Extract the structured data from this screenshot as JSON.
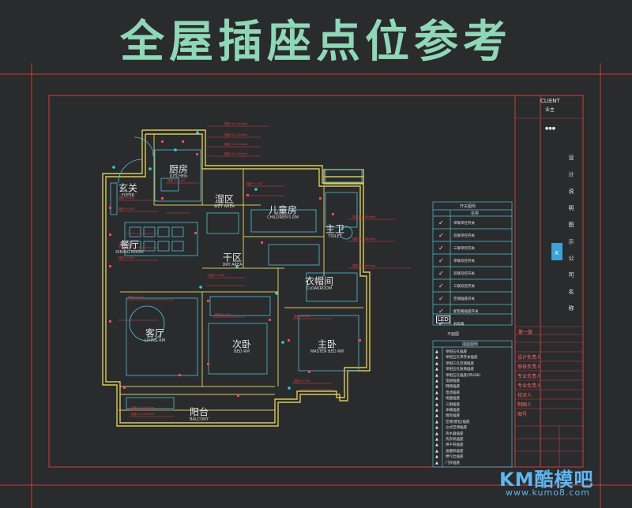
{
  "title": "全屋插座点位参考",
  "title_block": {
    "client_label": "CLIENT",
    "client_value": "业主",
    "dots": "●●●",
    "vertical_text": "设 计 说 明 图 示 公 司 名 称",
    "revision_no": "第一版",
    "rows": [
      "设计负责人",
      "审核负责人",
      "专业负责人",
      "专业负责人",
      "校对人",
      "制图人",
      "图号"
    ]
  },
  "rooms": [
    {
      "key": "xuanguan",
      "label": "玄关",
      "sub": "FOYER"
    },
    {
      "key": "chufang",
      "label": "厨房",
      "sub": "KITCHEN"
    },
    {
      "key": "canting",
      "label": "餐厅",
      "sub": "DINING ROOM"
    },
    {
      "key": "shiqu",
      "label": "湿区",
      "sub": "WET AREA"
    },
    {
      "key": "ganqu",
      "label": "干区",
      "sub": "DRY AREA"
    },
    {
      "key": "ertongfang",
      "label": "儿童房",
      "sub": "CHILDREN'S RM"
    },
    {
      "key": "zhuwei",
      "label": "主卫",
      "sub": "TOILET"
    },
    {
      "key": "yimaojian",
      "label": "衣帽间",
      "sub": "CLOAKROOM"
    },
    {
      "key": "keting",
      "label": "客厅",
      "sub": "LIVING RM"
    },
    {
      "key": "ciwo",
      "label": "次卧",
      "sub": "BED RM"
    },
    {
      "key": "zhuwo",
      "label": "主卧",
      "sub": "MASTER BED RM"
    },
    {
      "key": "yangtai",
      "label": "阳台",
      "sub": "BALCONY"
    }
  ],
  "legend1": {
    "header_a": "开关图例",
    "header_b": "名称",
    "items": [
      "单联单控开关",
      "双联单控开关",
      "三联单控开关",
      "单联双控开关",
      "双联双控开关",
      "三联双控开关",
      "空调插座开关",
      "配电箱插座开关",
      "弱电箱"
    ],
    "led_label": "LED"
  },
  "legend2": {
    "note": "平面图",
    "header": "插座图例",
    "items": [
      "单相五孔插座",
      "单相五孔带开关插座",
      "单相三孔空调插座",
      "单相五孔防溅插座",
      "单相五孔插座(带USB)",
      "电视插座",
      "网络插座",
      "电话插座",
      "地面插座",
      "三相插座",
      "冰箱插座",
      "厨房插座",
      "空调(壁挂)插座",
      "立式空调插座",
      "热水器插座",
      "洗衣机插座",
      "烘干机插座",
      "油烟机插座",
      "燃气灶插座",
      "门铃插座"
    ]
  },
  "watermark": {
    "brand": "KM酷模吧",
    "site": "www.kumo8.com"
  }
}
